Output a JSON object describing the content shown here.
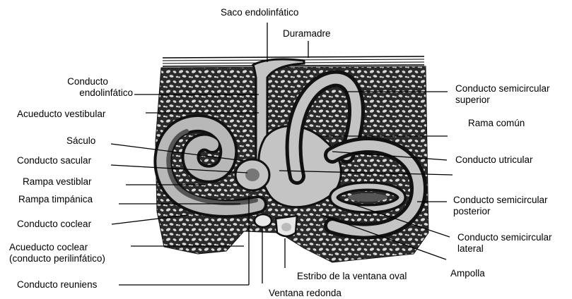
{
  "labels": {
    "saco_endolinfatico": "Saco endolinfático",
    "duramadre": "Duramadre",
    "conducto_endolinfatico_1": "Conducto",
    "conducto_endolinfatico_2": "endolinfático",
    "acueducto_vestibular": "Acueducto vestibular",
    "saculo": "Sáculo",
    "conducto_sacular": "Conducto sacular",
    "rampa_vestibular": "Rampa vestiblar",
    "rampa_timpanica": "Rampa timpánica",
    "conducto_coclear": "Conducto coclear",
    "acueducto_coclear_1": "Acueducto coclear",
    "acueducto_coclear_2": "(conducto perilinfático)",
    "conducto_reuniens": "Conducto reuniens",
    "ventana_redonda": "Ventana redonda",
    "estribo": "Estribo de la ventana oval",
    "ampolla": "Ampolla",
    "csc_lateral_1": "Conducto semicircular",
    "csc_lateral_2": "lateral",
    "csc_posterior_1": "Conducto semicircular",
    "csc_posterior_2": "posterior",
    "conducto_utricular": "Conducto utricular",
    "rama_comun": "Rama común",
    "csc_superior_1": "Conducto semicircular",
    "csc_superior_2": "superior"
  },
  "colors": {
    "bone_bg": "#2a2a2a",
    "bone_cell": "#d9d9d9",
    "membrane": "#111111",
    "perilymph": "#b8b8b8",
    "endolymph": "#555555",
    "vestibule": "#c4c4c4"
  }
}
